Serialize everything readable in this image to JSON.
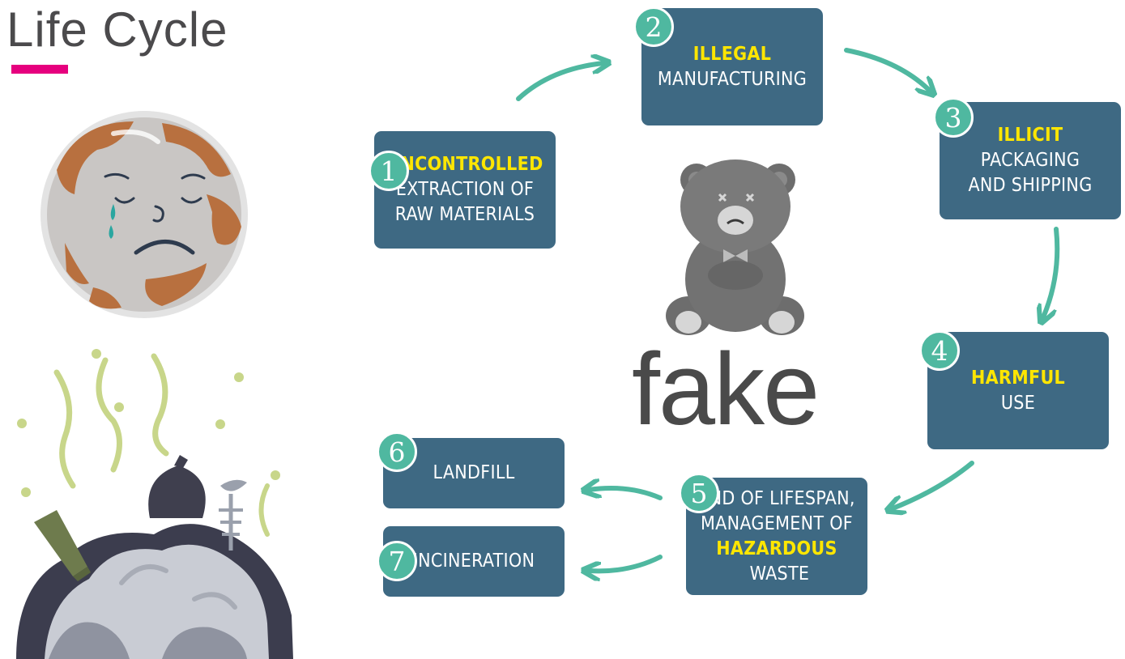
{
  "header": {
    "title": "Life Cycle"
  },
  "brand": {
    "wordmark": "fake"
  },
  "colors": {
    "box": "#3e6983",
    "highlight": "#ffe600",
    "number_badge": "#4fb8a0",
    "arrow": "#4fb8a0",
    "accent_bar": "#e6007e"
  },
  "steps": [
    {
      "number": "1",
      "highlight": "UNCONTROLLED",
      "line1": "EXTRACTION OF",
      "line2": "RAW MATERIALS"
    },
    {
      "number": "2",
      "highlight": "ILLEGAL",
      "line1": "MANUFACTURING"
    },
    {
      "number": "3",
      "highlight": "ILLICIT",
      "line1": "PACKAGING",
      "line2": "AND SHIPPING"
    },
    {
      "number": "4",
      "highlight": "HARMFUL",
      "line1": "USE"
    },
    {
      "number": "5",
      "line1": "END OF LIFESPAN,",
      "line2": "MANAGEMENT OF",
      "highlight": "HAZARDOUS",
      "line3_tail": " WASTE"
    },
    {
      "number": "6",
      "line1": "LANDFILL"
    },
    {
      "number": "7",
      "line1": "INCINERATION"
    }
  ]
}
